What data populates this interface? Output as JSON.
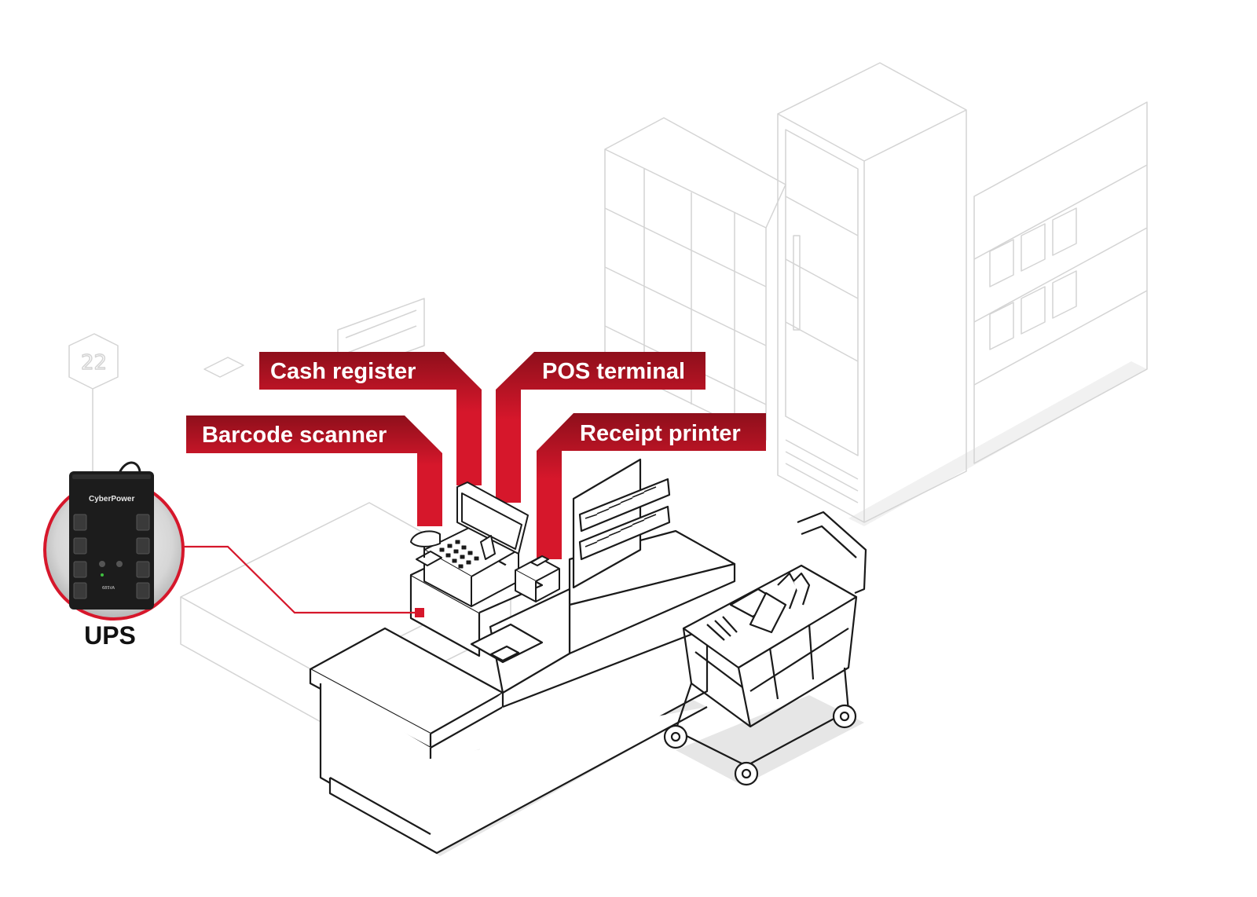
{
  "labels": {
    "cash_register": "Cash register",
    "pos_terminal": "POS terminal",
    "barcode_scanner": "Barcode scanner",
    "receipt_printer": "Receipt printer"
  },
  "ups": {
    "label": "UPS",
    "brand": "CyberPower",
    "model": "685VA"
  },
  "aisle_number": "22",
  "colors": {
    "accent_red": "#d6172b",
    "dark_red": "#8e0f1b",
    "line_dark": "#1a1a1a",
    "line_faint": "#d4d4d4",
    "ups_body": "#1c1c1c"
  },
  "icons": [
    "ups-device-icon",
    "shopping-cart-icon",
    "checkout-counter-icon"
  ]
}
